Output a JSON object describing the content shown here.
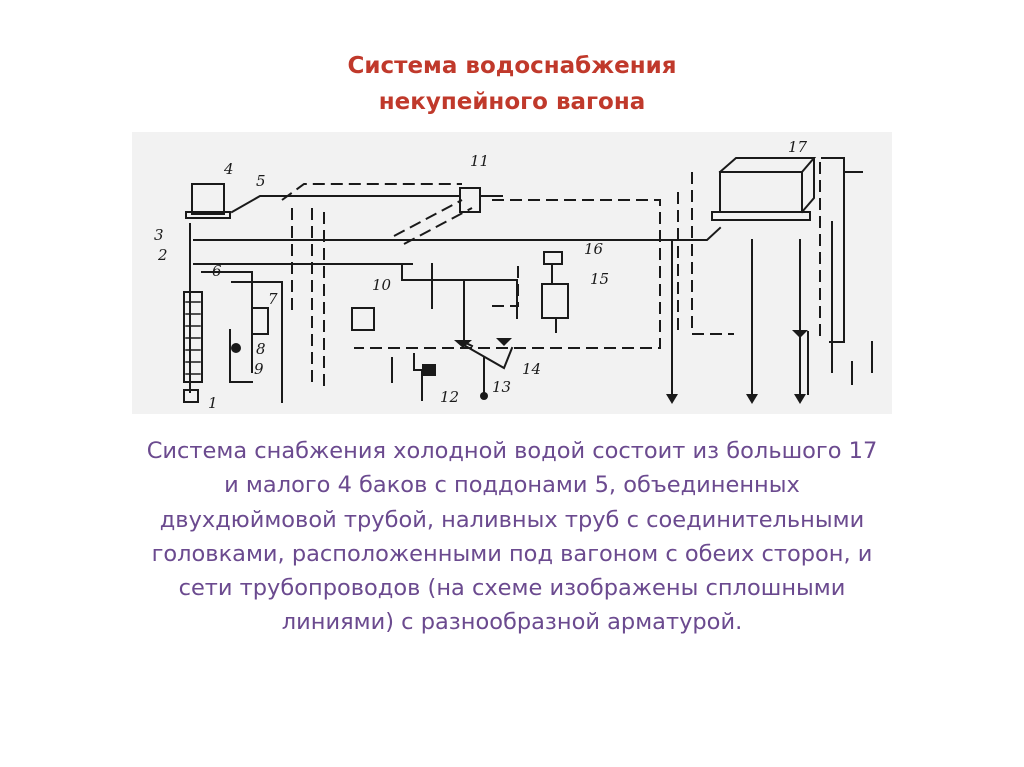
{
  "title": {
    "line1": "Система водоснабжения",
    "line2": "некупейного вагона"
  },
  "diagram": {
    "labels": [
      "17",
      "4",
      "5",
      "11",
      "3",
      "2",
      "16",
      "6",
      "15",
      "10",
      "7",
      "8",
      "14",
      "9",
      "13",
      "12",
      "1"
    ]
  },
  "description": {
    "lines": [
      "Система снабжения холодной водой состоит из большого 17",
      "и малого 4 баков с поддонами 5, объединенных",
      "двухдюймовой трубой, наливных труб с соединительными",
      "головками, расположенными под вагоном с обеих сторон, и",
      "сети трубопроводов (на схеме изображены сплошными",
      "линиями) с разнообразной арматурой."
    ]
  },
  "colors": {
    "title": "#c0392b",
    "text": "#6b4a8f",
    "diagram_background": "#f2f2f2",
    "diagram_lines": "#1a1a1a"
  }
}
